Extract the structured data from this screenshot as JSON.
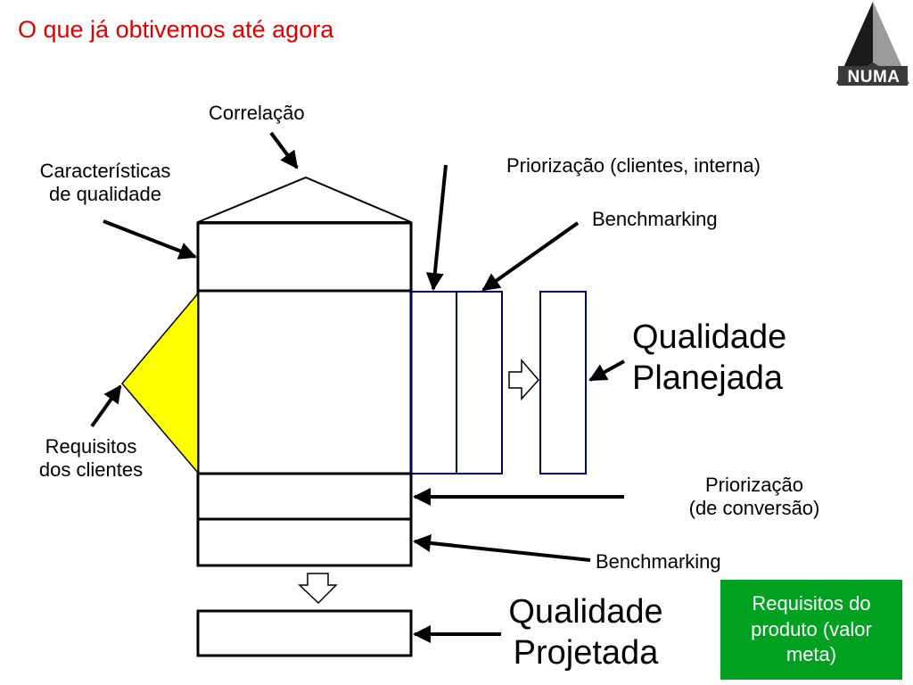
{
  "title": "O que já obtivemos até agora",
  "logo": {
    "text": "NUMA",
    "icon": "numa-triangle-logo"
  },
  "labels": {
    "correlacao": "Correlação",
    "caracteristicas": "Características\nde qualidade",
    "priorizacao_clientes": "Priorização (clientes, interna)",
    "benchmarking_top": "Benchmarking",
    "qualidade_planejada": "Qualidade\nPlanejada",
    "requisitos_clientes": "Requisitos\ndos clientes",
    "priorizacao_conversao": "Priorização\n(de conversão)",
    "benchmarking_bottom": "Benchmarking",
    "qualidade_projetada": "Qualidade\nProjetada",
    "requisitos_produto": "Requisitos do\nproduto (valor\nmeta)"
  },
  "colors": {
    "title": "#e00000",
    "customer_triangle": "#ffff00",
    "priority_boxes": "#000066",
    "product_box": "#00a020"
  }
}
